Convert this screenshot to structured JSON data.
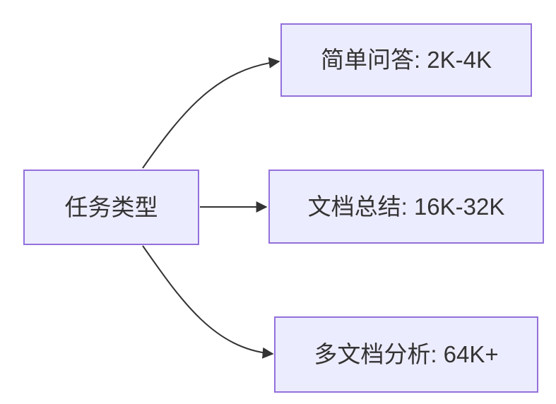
{
  "diagram": {
    "type": "flowchart-left-to-right",
    "root": {
      "label": "任务类型"
    },
    "children": [
      {
        "label": "简单问答: 2K-4K"
      },
      {
        "label": "文档总结: 16K-32K"
      },
      {
        "label": "多文档分析: 64K+"
      }
    ],
    "edges": [
      {
        "from": "root",
        "to": "children.0",
        "style": "curved-up-arrow"
      },
      {
        "from": "root",
        "to": "children.1",
        "style": "straight-arrow"
      },
      {
        "from": "root",
        "to": "children.2",
        "style": "curved-down-arrow"
      }
    ],
    "colors": {
      "node_fill": "#ECECFF",
      "node_border": "#9370DB",
      "edge": "#333333",
      "text": "#333333",
      "background": "#FFFFFF"
    }
  }
}
